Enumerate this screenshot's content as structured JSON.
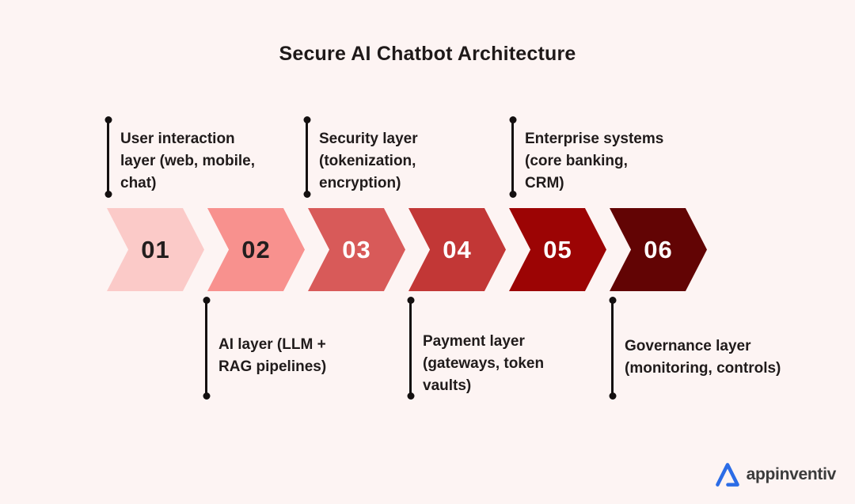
{
  "title": "Secure AI Chatbot Architecture",
  "background_color": "#fdf4f3",
  "steps": [
    {
      "number": "01",
      "label": "User interaction layer (web, mobile, chat)",
      "lines": [
        "User interaction",
        "layer (web, mobile,",
        "chat)"
      ],
      "callout_position": "top",
      "chevron_color": "#fbcac8",
      "number_color": "#231e1e"
    },
    {
      "number": "02",
      "label": "AI layer (LLM + RAG pipelines)",
      "lines": [
        "AI layer (LLM +",
        "RAG pipelines)"
      ],
      "callout_position": "bottom",
      "chevron_color": "#f8918e",
      "number_color": "#231e1e"
    },
    {
      "number": "03",
      "label": "Security layer (tokenization, encryption)",
      "lines": [
        "Security layer",
        "(tokenization,",
        "encryption)"
      ],
      "callout_position": "top",
      "chevron_color": "#d85a59",
      "number_color": "#ffffff"
    },
    {
      "number": "04",
      "label": "Payment layer (gateways, token vaults)",
      "lines": [
        "Payment layer",
        "(gateways, token",
        "vaults)"
      ],
      "callout_position": "bottom",
      "chevron_color": "#c23736",
      "number_color": "#ffffff"
    },
    {
      "number": "05",
      "label": "Enterprise systems (core banking, CRM)",
      "lines": [
        "Enterprise systems",
        "(core banking,",
        "CRM)"
      ],
      "callout_position": "top",
      "chevron_color": "#9c0404",
      "number_color": "#ffffff"
    },
    {
      "number": "06",
      "label": "Governance layer (monitoring, controls)",
      "lines": [
        "Governance layer",
        "(monitoring, controls)"
      ],
      "callout_position": "bottom",
      "chevron_color": "#620404",
      "number_color": "#ffffff"
    }
  ],
  "brand": {
    "name": "appinventiv",
    "logo_icon": "triangle-a-icon",
    "logo_color": "#2b6ce6",
    "text_color": "#3b3b3b"
  }
}
